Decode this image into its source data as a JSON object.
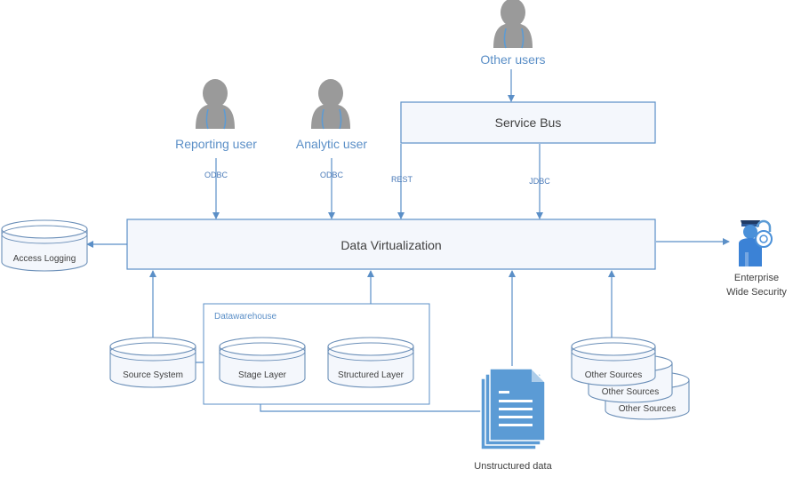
{
  "nodes": {
    "other_users": "Other users",
    "reporting_user": "Reporting user",
    "analytic_user": "Analytic user",
    "service_bus": "Service Bus",
    "data_virtualization": "Data Virtualization",
    "access_logging": "Access Logging",
    "security_line1": "Enterprise",
    "security_line2": "Wide Security",
    "datawarehouse": "Datawarehouse",
    "source_system": "Source System",
    "stage_layer": "Stage Layer",
    "structured_layer": "Structured Layer",
    "unstructured_data": "Unstructured data",
    "other_sources_1": "Other Sources",
    "other_sources_2": "Other Sources",
    "other_sources_3": "Other Sources"
  },
  "edges": {
    "odbc_reporting": "ODBC",
    "odbc_analytic": "ODBC",
    "rest": "REST",
    "jdbc": "JDBC"
  },
  "icons": {
    "user": "user-icon",
    "security": "security-guard-lock-icon",
    "document": "document-stack-icon",
    "database": "database-cylinder-icon"
  },
  "colors": {
    "accent": "#5b8fc7",
    "box_fill": "#f4f7fc",
    "user_gray": "#9a9a9a",
    "doc_blue": "#5b9bd5"
  }
}
